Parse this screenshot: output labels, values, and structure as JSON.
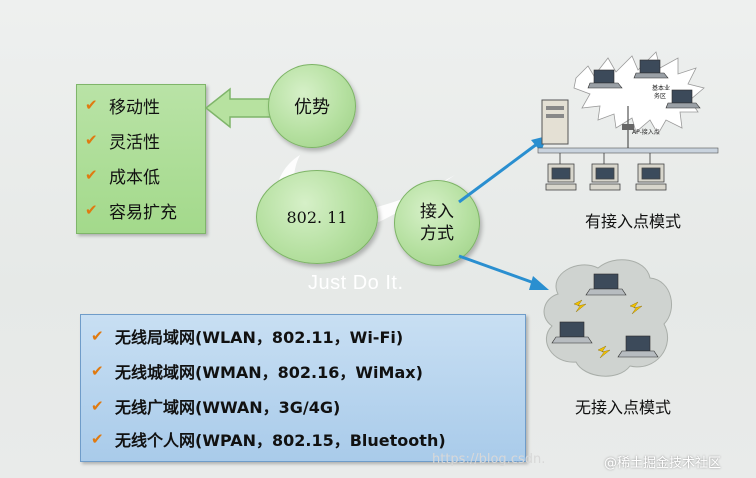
{
  "advantages": {
    "items": [
      "移动性",
      "灵活性",
      "成本低",
      "容易扩充"
    ]
  },
  "bubbles": {
    "advantage": "优势",
    "standard": "802. 11",
    "access_line1": "接入",
    "access_line2": "方式"
  },
  "slogan": "Just Do It.",
  "modes": {
    "with_ap": "有接入点模式",
    "without_ap": "无接入点模式",
    "bss_label_line1": "基本业",
    "bss_label_line2": "务区",
    "ap_label": "AP-接入点"
  },
  "wireless_types": [
    "无线局域网(WLAN，802.11，Wi-Fi)",
    "无线城域网(WMAN，802.16，WiMax)",
    "无线广域网(WWAN，3G/4G)",
    "无线个人网(WPAN，802.15，Bluetooth)"
  ],
  "watermark": {
    "url": "https://blog.csdn.",
    "credit": "@稀土掘金技术社区"
  },
  "colors": {
    "green_box": "#a8db8f",
    "blue_box": "#b6d3ee",
    "check": "#e07a10",
    "arrow_blue": "#2a8fd0"
  }
}
